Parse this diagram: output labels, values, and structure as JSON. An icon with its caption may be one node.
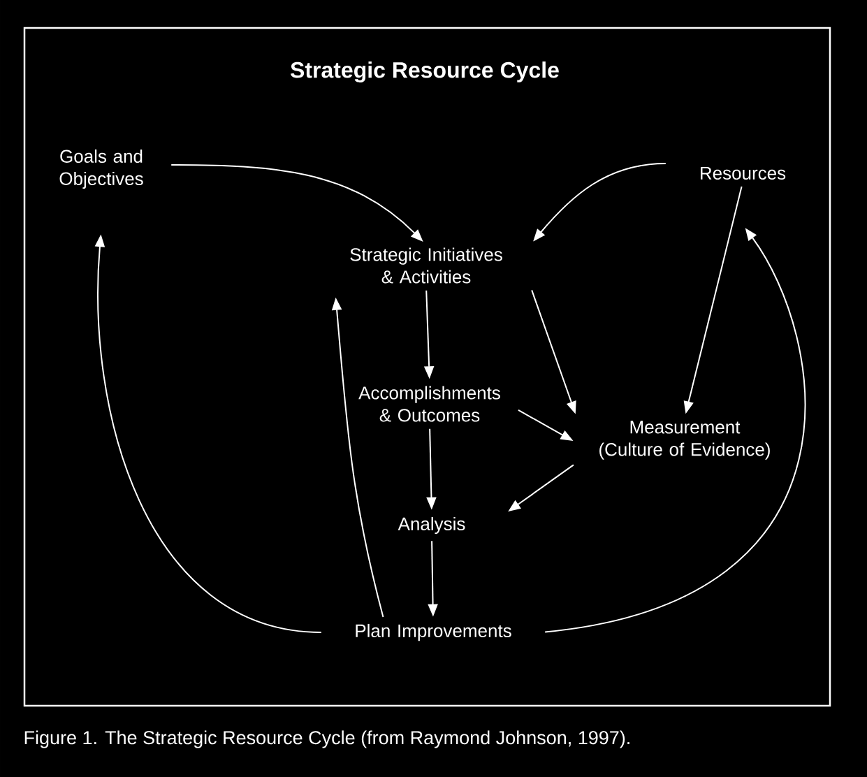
{
  "diagram": {
    "title": "Strategic Resource Cycle",
    "caption": "Figure 1. The Strategic Resource Cycle (from Raymond Johnson, 1997).",
    "nodes": [
      {
        "text": [
          "Goals and Objectives"
        ]
      },
      {
        "text": [
          "Resources"
        ]
      },
      {
        "text": [
          "Strategic Initiatives & Activities"
        ]
      },
      {
        "text": [
          "Accomplishments & Outcomes"
        ]
      },
      {
        "text": [
          "Measurement (Culture of Evidence)"
        ]
      },
      {
        "text": [
          "Analysis"
        ]
      },
      {
        "text": [
          "Plan Improvements"
        ]
      }
    ],
    "edges": [
      {
        "from": 0,
        "to": 2,
        "arrow": "to"
      },
      {
        "from": 1,
        "to": 2,
        "arrow": "to"
      },
      {
        "from": 2,
        "to": 3,
        "arrow": "to"
      },
      {
        "from": 2,
        "to": 4,
        "arrow": "to"
      },
      {
        "from": 1,
        "to": 4,
        "arrow": "to"
      },
      {
        "from": 3,
        "to": 4,
        "arrow": "to"
      },
      {
        "from": 4,
        "to": 5,
        "arrow": "to"
      },
      {
        "from": 3,
        "to": 5,
        "arrow": "to"
      },
      {
        "from": 5,
        "to": 6,
        "arrow": "to"
      },
      {
        "from": 6,
        "to": 0,
        "arrow": "to"
      },
      {
        "from": 6,
        "to": 2,
        "arrow": "to"
      },
      {
        "from": 6,
        "to": 1,
        "arrow": "to"
      }
    ]
  }
}
